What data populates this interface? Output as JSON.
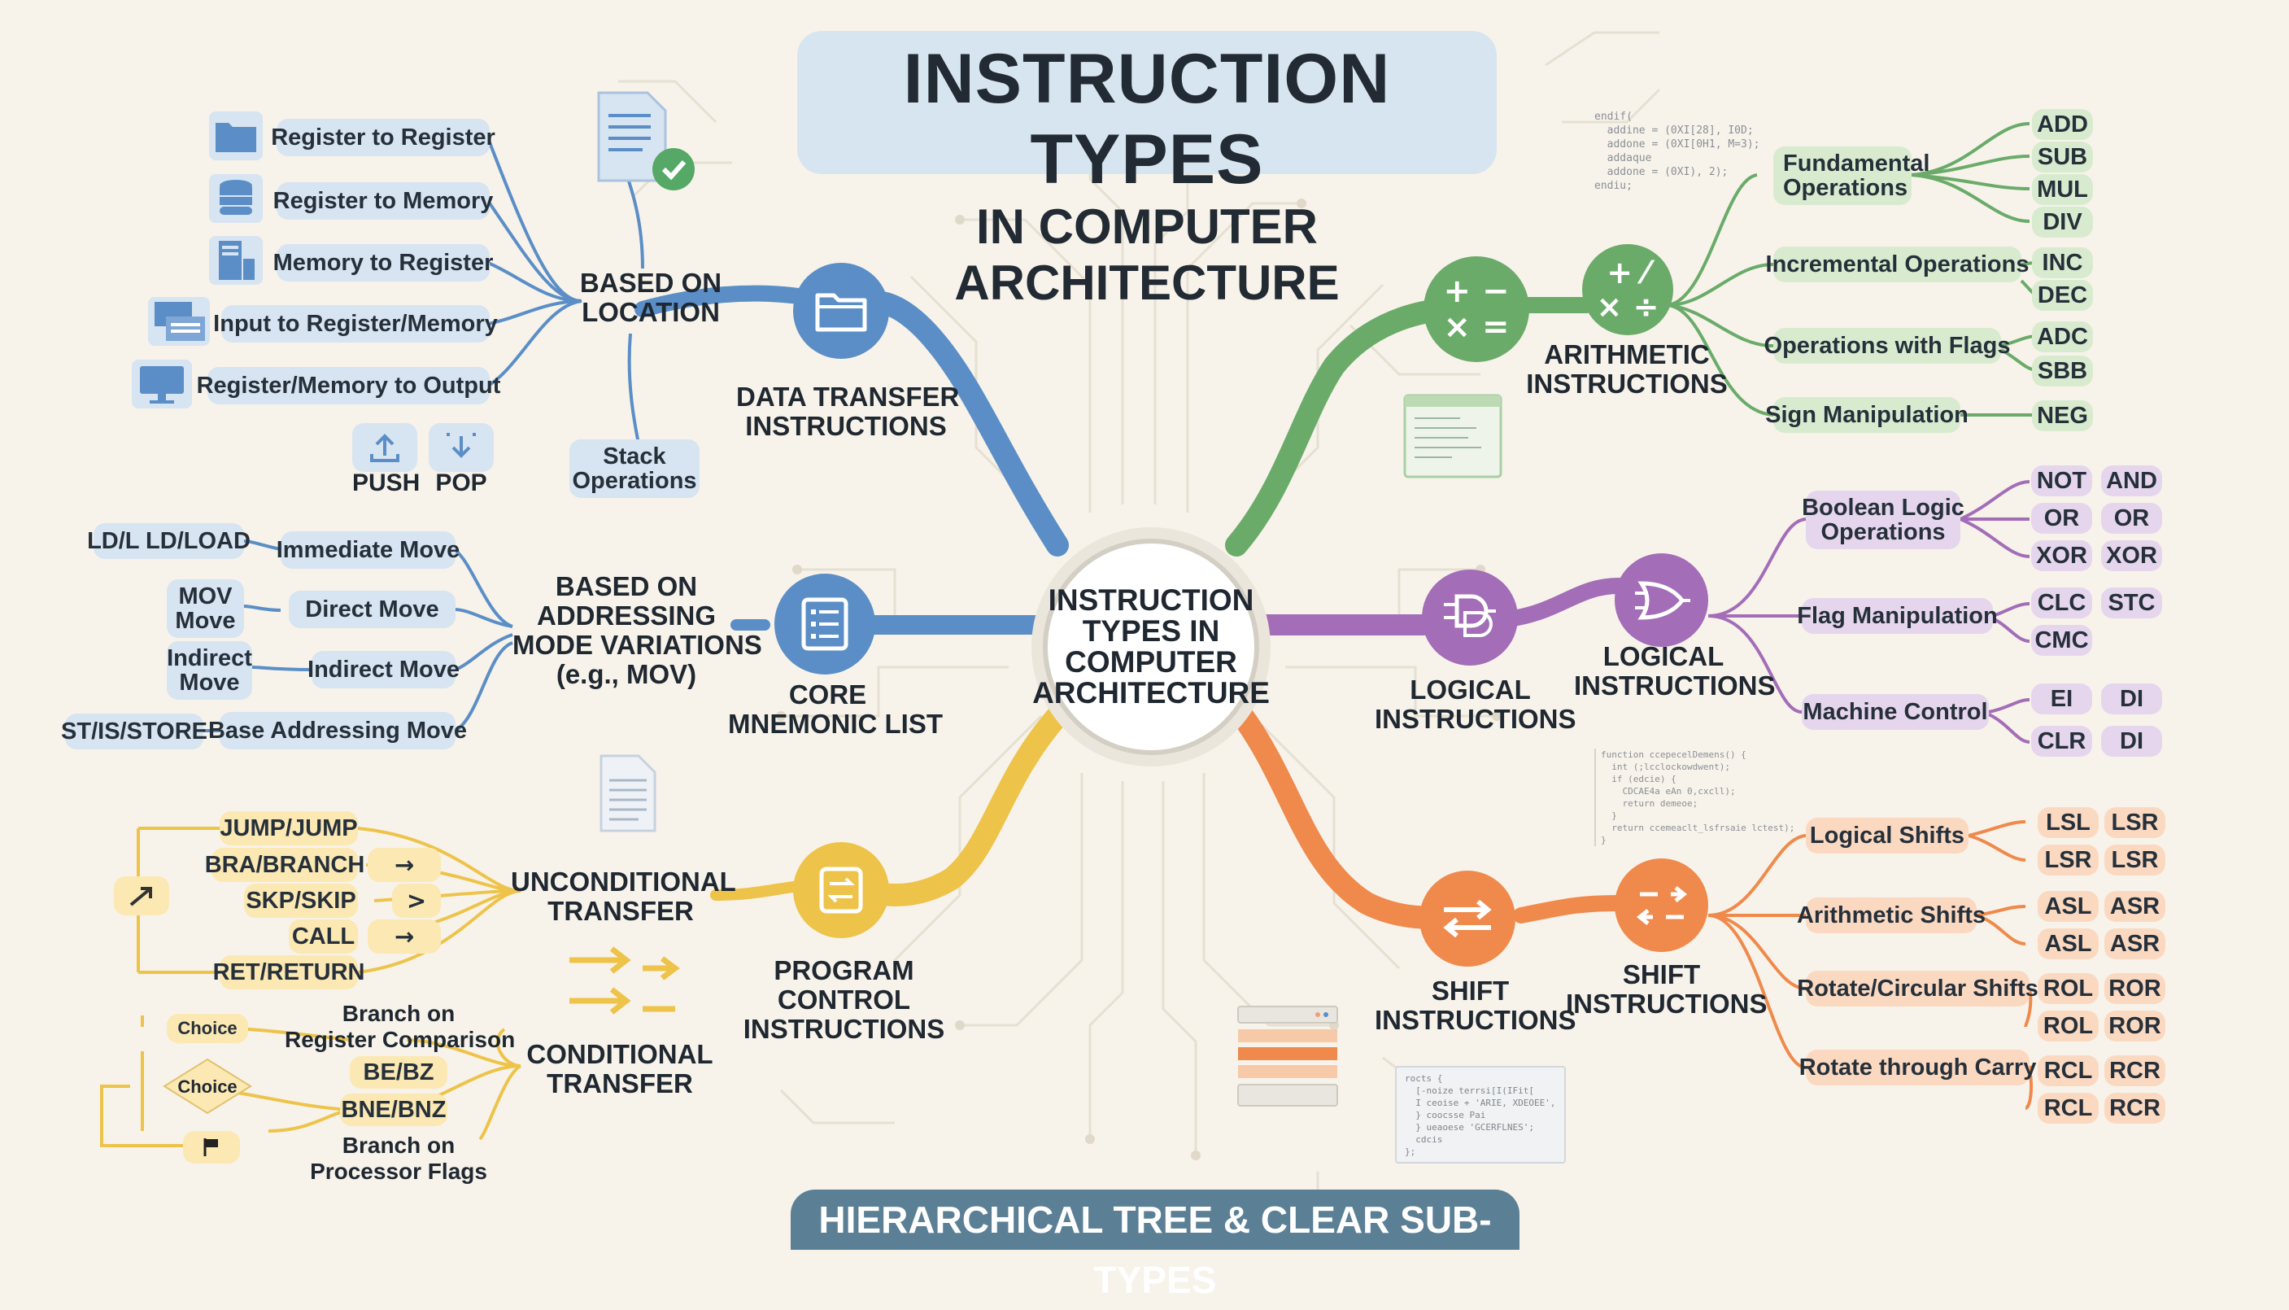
{
  "title": {
    "line1": "INSTRUCTION TYPES",
    "line2": "IN COMPUTER ARCHITECTURE"
  },
  "footer": "HIERARCHICAL TREE & CLEAR SUB-TYPES",
  "center": [
    "INSTRUCTION",
    "TYPES IN",
    "COMPUTER",
    "ARCHITECTURE"
  ],
  "colors": {
    "data_transfer": "#5b8ec7",
    "arithmetic": "#6aab6a",
    "logical": "#a36db8",
    "shift": "#ef8a4c",
    "program_control": "#eec34a"
  },
  "data_transfer": {
    "label": [
      "DATA TRANSFER",
      "INSTRUCTIONS"
    ],
    "icon": "folder-icon",
    "location": {
      "label": [
        "BASED ON",
        "LOCATION"
      ],
      "items": [
        {
          "label": "Register to Register",
          "icon": "folder-icon"
        },
        {
          "label": "Register to Memory",
          "icon": "database-icon"
        },
        {
          "label": "Memory to Register",
          "icon": "server-icon"
        },
        {
          "label": "Input to Register/Memory",
          "icon": "keyboard-icon"
        },
        {
          "label": "Register/Memory to Output",
          "icon": "monitor-icon"
        }
      ],
      "stack": {
        "label": [
          "Stack",
          "Operations"
        ],
        "push": "PUSH",
        "pop": "POP"
      }
    },
    "core": {
      "label": [
        "CORE",
        "MNEMONIC LIST"
      ],
      "icon": "list-icon",
      "addressing": {
        "label": [
          "BASED ON",
          "ADDRESSING",
          "MODE VARIATIONS",
          "(e.g., MOV)"
        ],
        "items": [
          {
            "label": "Immediate Move",
            "mnemonics": [
              "LD/L LD/LOAD"
            ]
          },
          {
            "label": "Direct Move",
            "mnemonics": [
              "MOV",
              "Move"
            ]
          },
          {
            "label": "Indirect Move",
            "mnemonics": [
              "Indirect",
              "Move"
            ]
          },
          {
            "label": "Base Addressing Move",
            "mnemonics": [
              "ST/IS/STORE"
            ]
          }
        ]
      }
    }
  },
  "arithmetic": {
    "label": [
      "ARITHMETIC",
      "INSTRUCTIONS"
    ],
    "groups": [
      {
        "label": [
          "Fundamental",
          "Operations"
        ],
        "ops": [
          "ADD",
          "SUB",
          "MUL",
          "DIV"
        ]
      },
      {
        "label": [
          "Incremental Operations"
        ],
        "ops": [
          "INC",
          "DEC"
        ]
      },
      {
        "label": [
          "Operations with Flags"
        ],
        "ops": [
          "ADC",
          "SBB"
        ]
      },
      {
        "label": [
          "Sign Manipulation"
        ],
        "ops": [
          "NEG"
        ]
      }
    ]
  },
  "logical": {
    "inner_label": [
      "LOGICAL",
      "INSTRUCTIONS"
    ],
    "outer_label": [
      "LOGICAL",
      "INSTRUCTIONS"
    ],
    "groups": [
      {
        "label": [
          "Boolean Logic",
          "Operations"
        ],
        "ops": [
          [
            "NOT",
            "AND"
          ],
          [
            "OR",
            "OR"
          ],
          [
            "XOR",
            "XOR"
          ]
        ]
      },
      {
        "label": [
          "Flag Manipulation"
        ],
        "ops": [
          [
            "CLC",
            "STC"
          ],
          [
            "CMC"
          ]
        ]
      },
      {
        "label": [
          "Machine Control"
        ],
        "ops": [
          [
            "EI",
            "DI"
          ],
          [
            "CLR",
            "DI"
          ]
        ]
      }
    ]
  },
  "shift": {
    "inner_label": [
      "SHIFT",
      "INSTRUCTIONS"
    ],
    "outer_label": [
      "SHIFT",
      "INSTRUCTIONS"
    ],
    "groups": [
      {
        "label": "Logical Shifts",
        "ops": [
          [
            "LSL",
            "LSR"
          ],
          [
            "LSR",
            "LSR"
          ]
        ]
      },
      {
        "label": "Arithmetic Shifts",
        "ops": [
          [
            "ASL",
            "ASR"
          ],
          [
            "ASL",
            "ASR"
          ]
        ]
      },
      {
        "label": "Rotate/Circular Shifts",
        "ops": [
          [
            "ROL",
            "ROR"
          ],
          [
            "ROL",
            "ROR"
          ]
        ]
      },
      {
        "label": "Rotate through Carry",
        "ops": [
          [
            "RCL",
            "RCR"
          ],
          [
            "RCL",
            "RCR"
          ]
        ]
      }
    ]
  },
  "program_control": {
    "label": [
      "PROGRAM",
      "CONTROL",
      "INSTRUCTIONS"
    ],
    "unconditional": {
      "label": [
        "UNCONDITIONAL",
        "TRANSFER"
      ],
      "items": [
        "JUMP/JUMP",
        "BRA/BRANCH",
        "SKP/SKIP",
        "CALL",
        "RET/RETURN"
      ],
      "markers": [
        "→",
        ">",
        "→"
      ]
    },
    "conditional": {
      "label": [
        "CONDITIONAL",
        "TRANSFER"
      ],
      "branch_register": [
        "Branch on",
        "Register Comparison"
      ],
      "items": [
        "BE/BZ",
        "BNE/BNZ"
      ],
      "branch_flags": [
        "Branch on",
        "Processor Flags"
      ],
      "choices": [
        "Choice",
        "Choice"
      ]
    }
  },
  "code_snippets": {
    "arith": [
      "endif(",
      "  addine = (0XI[28], I0D;",
      "  addone = (0XI[0H1, M=3);",
      "  addaque",
      "  addone = (0XI), 2);",
      "endiu;"
    ],
    "logical": [
      "function ccepecelDemens() {",
      "  int (;lcclockowdwent);",
      "  if (edcie) {",
      "    CDCAE4a eAn 0,cxcll);",
      "    return demeoe;",
      "  }",
      "  return ccemeaclt_lsfrsaie lctest);",
      "}"
    ],
    "shift": [
      "rocts {",
      "  [-noize terrsi[I(IFit[",
      "  I ceoise + 'ARIE, XDEOEE',",
      "  } coocsse Pai",
      "  } ueaoese 'GCERFLNES';",
      "  cdcis",
      "};"
    ]
  }
}
